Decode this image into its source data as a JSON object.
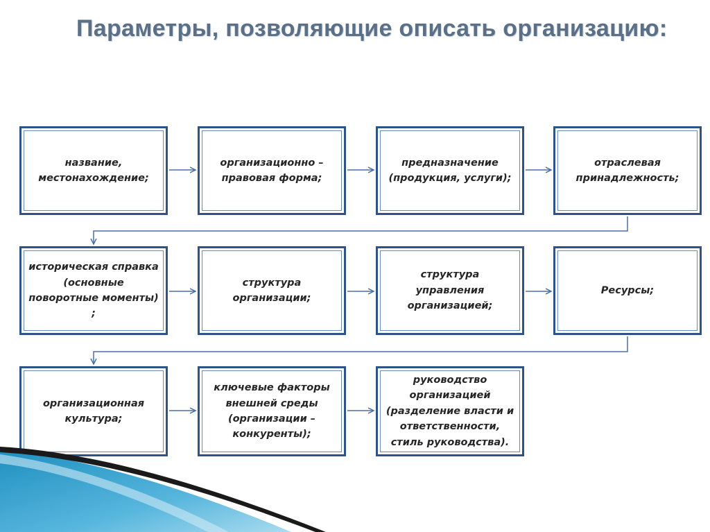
{
  "title": "Параметры, позволяющие описать организацию:",
  "rows": [
    [
      "название, местонахождение;",
      "организационно – правовая форма;",
      "предназначение (продукция, услуги);",
      "отраслевая принадлежность;"
    ],
    [
      "историческая справка (основные поворотные моменты) ;",
      "структура организации;",
      "структура управления организацией;",
      "Ресурсы;"
    ],
    [
      "организационная культура;",
      "ключевые факторы внешней среды (организации – конкуренты);",
      "руководство организацией (разделение власти и ответственности, стиль руководства)."
    ]
  ],
  "colors": {
    "box_border": "#2e5487",
    "arrow": "#4a6fa5",
    "title": "#5b6f86",
    "accent": "#1e8fc0"
  }
}
